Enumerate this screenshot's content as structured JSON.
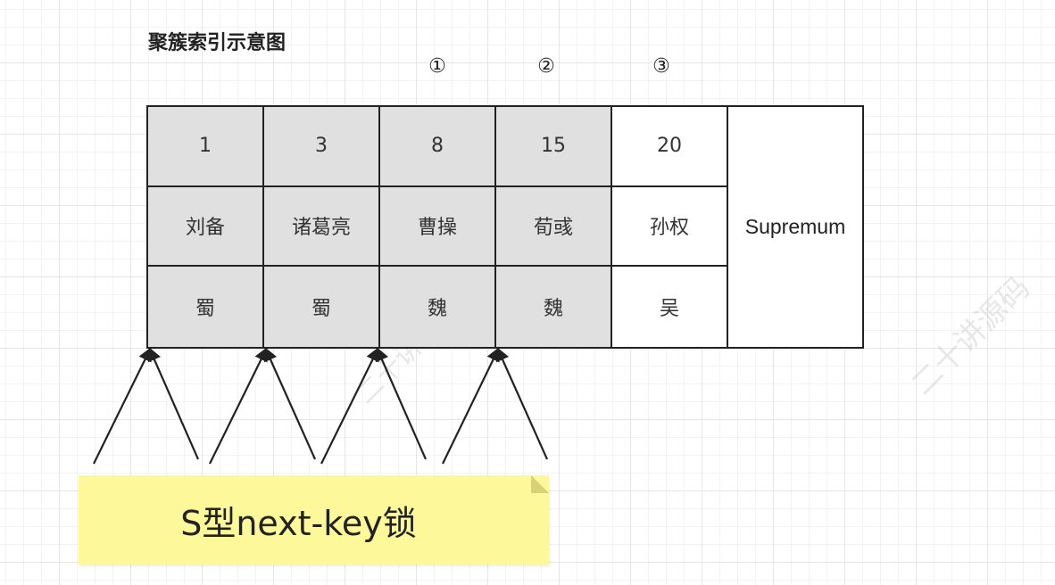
{
  "title": "聚簇索引示意图",
  "markers": [
    "①",
    "②",
    "③"
  ],
  "rows": {
    "ids": [
      "1",
      "3",
      "8",
      "15",
      "20"
    ],
    "names": [
      "刘备",
      "诸葛亮",
      "曹操",
      "荀彧",
      "孙权"
    ],
    "countries": [
      "蜀",
      "蜀",
      "魏",
      "魏",
      "吴"
    ]
  },
  "supremum": "Supremum",
  "note": "S型next-key锁",
  "watermark": "二十讲源码",
  "colors": {
    "locked_fill": "#e0e0e0",
    "note_fill": "#fdf99a",
    "line": "#222222"
  }
}
